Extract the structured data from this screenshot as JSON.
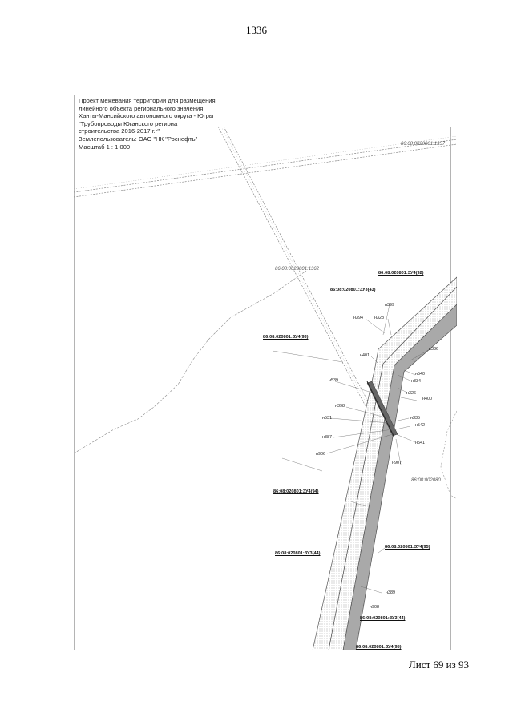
{
  "page_number": "1336",
  "sheet": "Лист 69 из 93",
  "legend": {
    "lines": [
      "Проект межевания территории для размещения",
      "линейного объекта регионального значения",
      "Ханты-Мансийского автономного округа - Югры",
      "\"Трубопроводы Юганского региона",
      "строительства 2016-2017 г.г\"",
      "Землепользователь: ОАО \"НК \"Роснефть\""
    ],
    "scale": "Масштаб 1 : 1 000"
  },
  "cadastral_labels": {
    "top_right": "86:08:0020801:1357",
    "upper": "86:08:0020801:1362",
    "right": "86:08:002080..."
  },
  "plot_labels": [
    "86:08:020801:ЗУ4(92)",
    "86:08:020801:ЗУ3(43)",
    "86:08:020801:ЗУ4(93)",
    "86:08:020801:ЗУ4(94)",
    "86:08:020801:ЗУ3(44)",
    "86:08:020801:ЗУ4(95)",
    "86:08:020801:ЗУ3(44)",
    "86:08:020801:ЗУ4(95)"
  ],
  "points": [
    "н399",
    "н328",
    "н394",
    "н401",
    "н539",
    "н398",
    "н531",
    "н387",
    "н906",
    "н336",
    "н540",
    "н334",
    "н326",
    "н400",
    "н335",
    "н542",
    "н541",
    "н907",
    "н389",
    "н908"
  ]
}
